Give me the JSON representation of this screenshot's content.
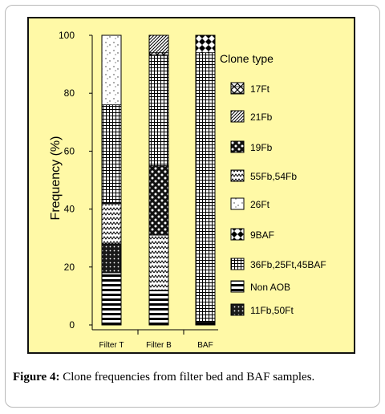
{
  "figure": {
    "label": "Figure 4:",
    "caption": "Clone frequencies from filter bed and BAF samples."
  },
  "colors": {
    "background": "#fff9a6",
    "border": "#111111",
    "bar_fill": "#ffffff",
    "ink": "#000000"
  },
  "chart_data": {
    "type": "bar",
    "stacked": true,
    "ylabel": "Frequency (%)",
    "xlabel": "",
    "ylim": [
      0,
      100
    ],
    "yticks": [
      0,
      20,
      40,
      60,
      80,
      100
    ],
    "grid": false,
    "legend_title": "Clone type",
    "legend_position": "right",
    "categories": [
      "Filter T",
      "Filter B",
      "BAF"
    ],
    "series": [
      {
        "name": "Non AOB",
        "pattern": "hstripes",
        "values": [
          18,
          12,
          1
        ]
      },
      {
        "name": "11Fb,50Ft",
        "pattern": "dots",
        "values": [
          10,
          0,
          0
        ]
      },
      {
        "name": "55Fb,54Fb",
        "pattern": "zigzag",
        "values": [
          14,
          19,
          0
        ]
      },
      {
        "name": "19Fb",
        "pattern": "checker",
        "values": [
          0,
          24,
          0
        ]
      },
      {
        "name": "36Fb,25Ft,45BAF",
        "pattern": "grid",
        "values": [
          34,
          38,
          93
        ]
      },
      {
        "name": "26Ft",
        "pattern": "speckle",
        "values": [
          24,
          0,
          0
        ]
      },
      {
        "name": "17Ft",
        "pattern": "weave",
        "values": [
          0,
          1,
          0
        ]
      },
      {
        "name": "9BAF",
        "pattern": "diamonds",
        "values": [
          0,
          0,
          6
        ]
      },
      {
        "name": "21Fb",
        "pattern": "diag",
        "values": [
          0,
          6,
          0
        ]
      }
    ],
    "legend_order": [
      {
        "name": "17Ft",
        "pattern": "weave"
      },
      {
        "name": "21Fb",
        "pattern": "diag"
      },
      {
        "name": "19Fb",
        "pattern": "checker"
      },
      {
        "name": "55Fb,54Fb",
        "pattern": "zigzag"
      },
      {
        "name": "26Ft",
        "pattern": "speckle"
      },
      {
        "name": "9BAF",
        "pattern": "diamonds"
      },
      {
        "name": "36Fb,25Ft,45BAF",
        "pattern": "grid"
      },
      {
        "name": "Non AOB",
        "pattern": "hstripes"
      },
      {
        "name": "11Fb,50Ft",
        "pattern": "dots"
      }
    ]
  }
}
